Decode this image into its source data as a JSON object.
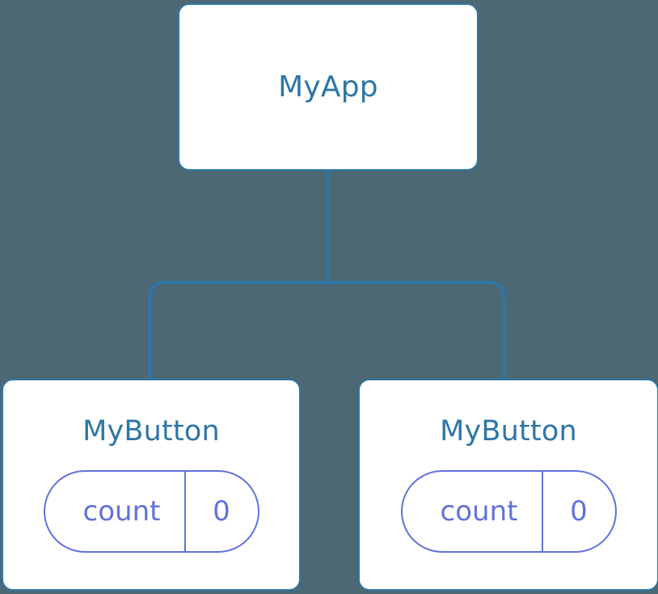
{
  "diagram": {
    "type": "component-tree",
    "background_color": "#4c6874",
    "node_border_color": "#2e76a6",
    "node_fill_color": "#ffffff",
    "title_color": "#2e76a6",
    "state_color": "#6272d8",
    "connector_color": "#2e76a6"
  },
  "root": {
    "label": "MyApp"
  },
  "children": [
    {
      "label": "MyButton",
      "state": {
        "key": "count",
        "value": "0"
      }
    },
    {
      "label": "MyButton",
      "state": {
        "key": "count",
        "value": "0"
      }
    }
  ],
  "connectors": {
    "trunk_label": "root-to-branch",
    "left_branch_label": "branch-to-child-1",
    "right_branch_label": "branch-to-child-2"
  }
}
